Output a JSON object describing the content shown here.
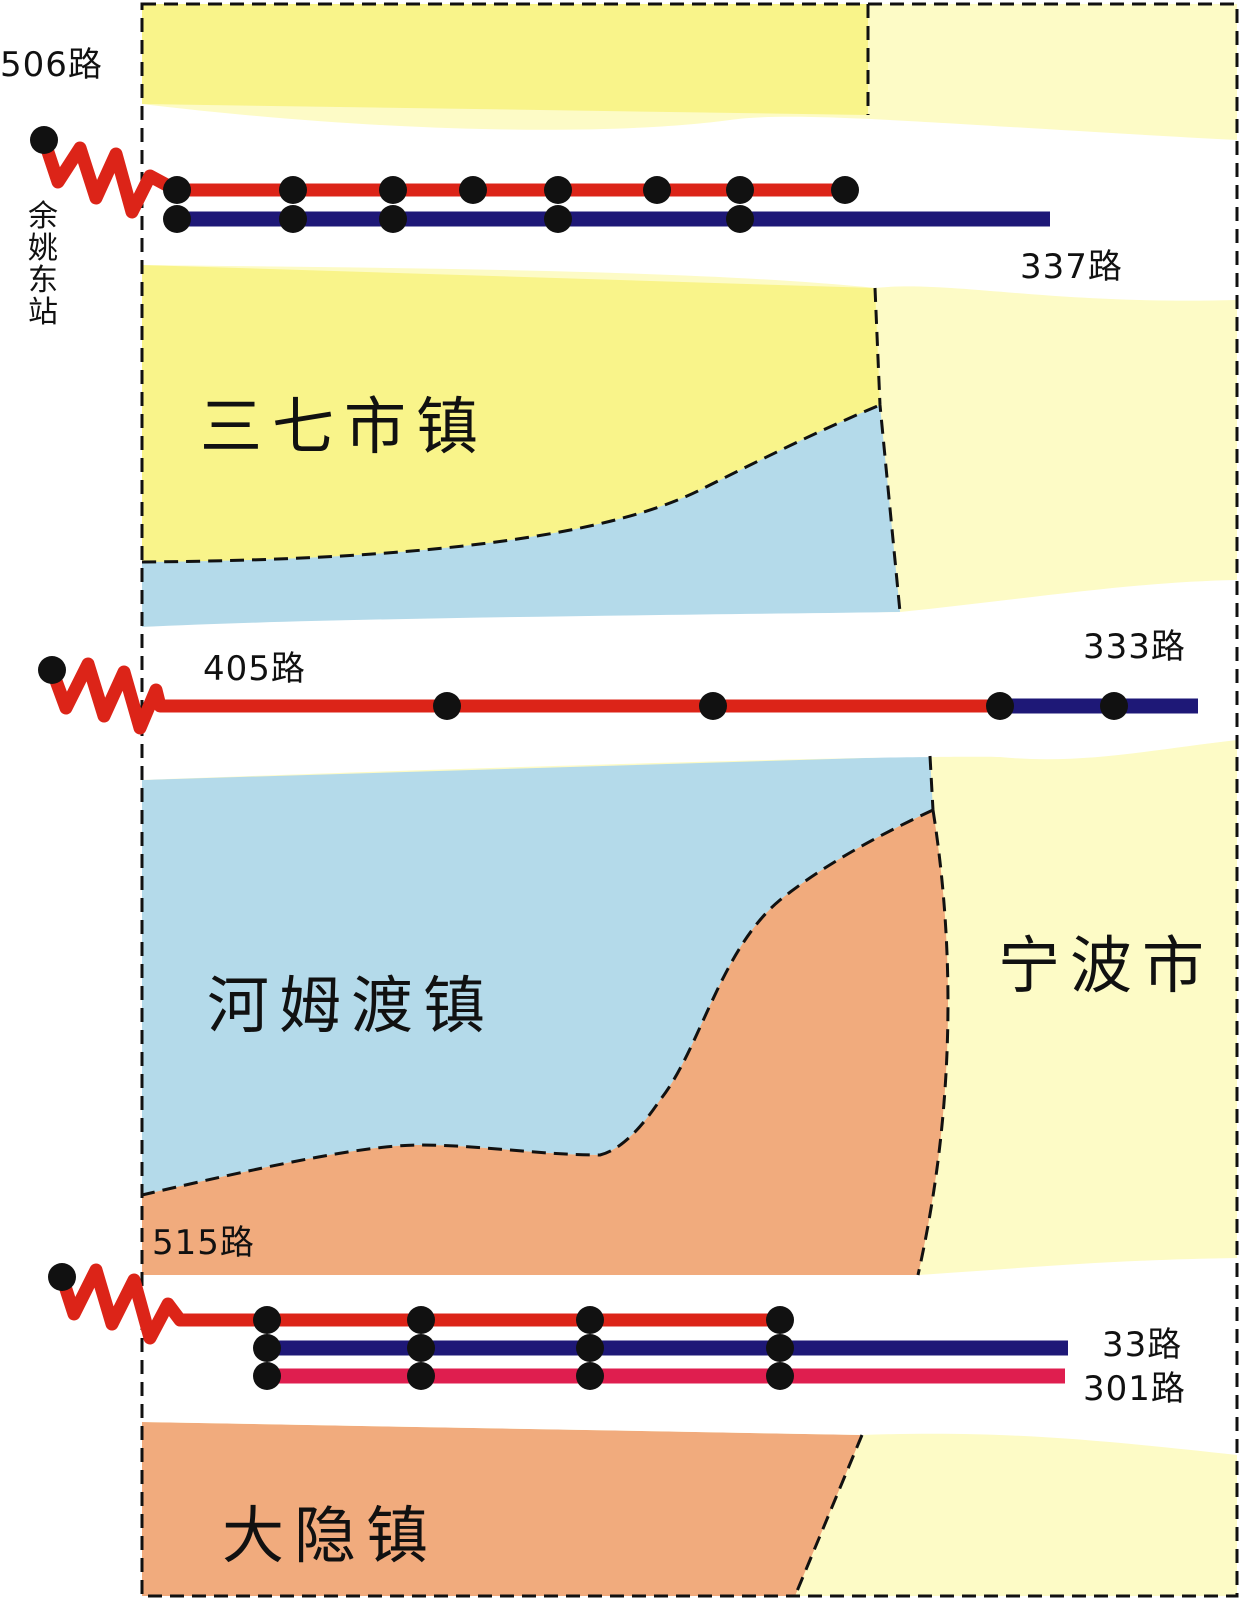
{
  "colors": {
    "sanqi_town": "#f9f48a",
    "ningbo_city": "#fdfbc6",
    "hemudu_town": "#b4daea",
    "dayin_town": "#f1ab7d",
    "road": "#ffffff",
    "bus_red": "#dc2418",
    "bus_navy": "#1e1877",
    "bus_crimson": "#df1e4f",
    "stop": "#111111"
  },
  "regions": {
    "sanqi": "三七市镇",
    "hemudu": "河姆渡镇",
    "dayin": "大隐镇",
    "ningbo": "宁波市"
  },
  "station": {
    "yuyao_east": [
      "余",
      "姚",
      "东",
      "站"
    ]
  },
  "routes": {
    "r506": "506路",
    "r337": "337路",
    "r405": "405路",
    "r333": "333路",
    "r515": "515路",
    "r33": "33路",
    "r301": "301路"
  },
  "icons": {
    "bus_stop": "black-dot-icon",
    "route_start": "zigzag-line-icon"
  }
}
